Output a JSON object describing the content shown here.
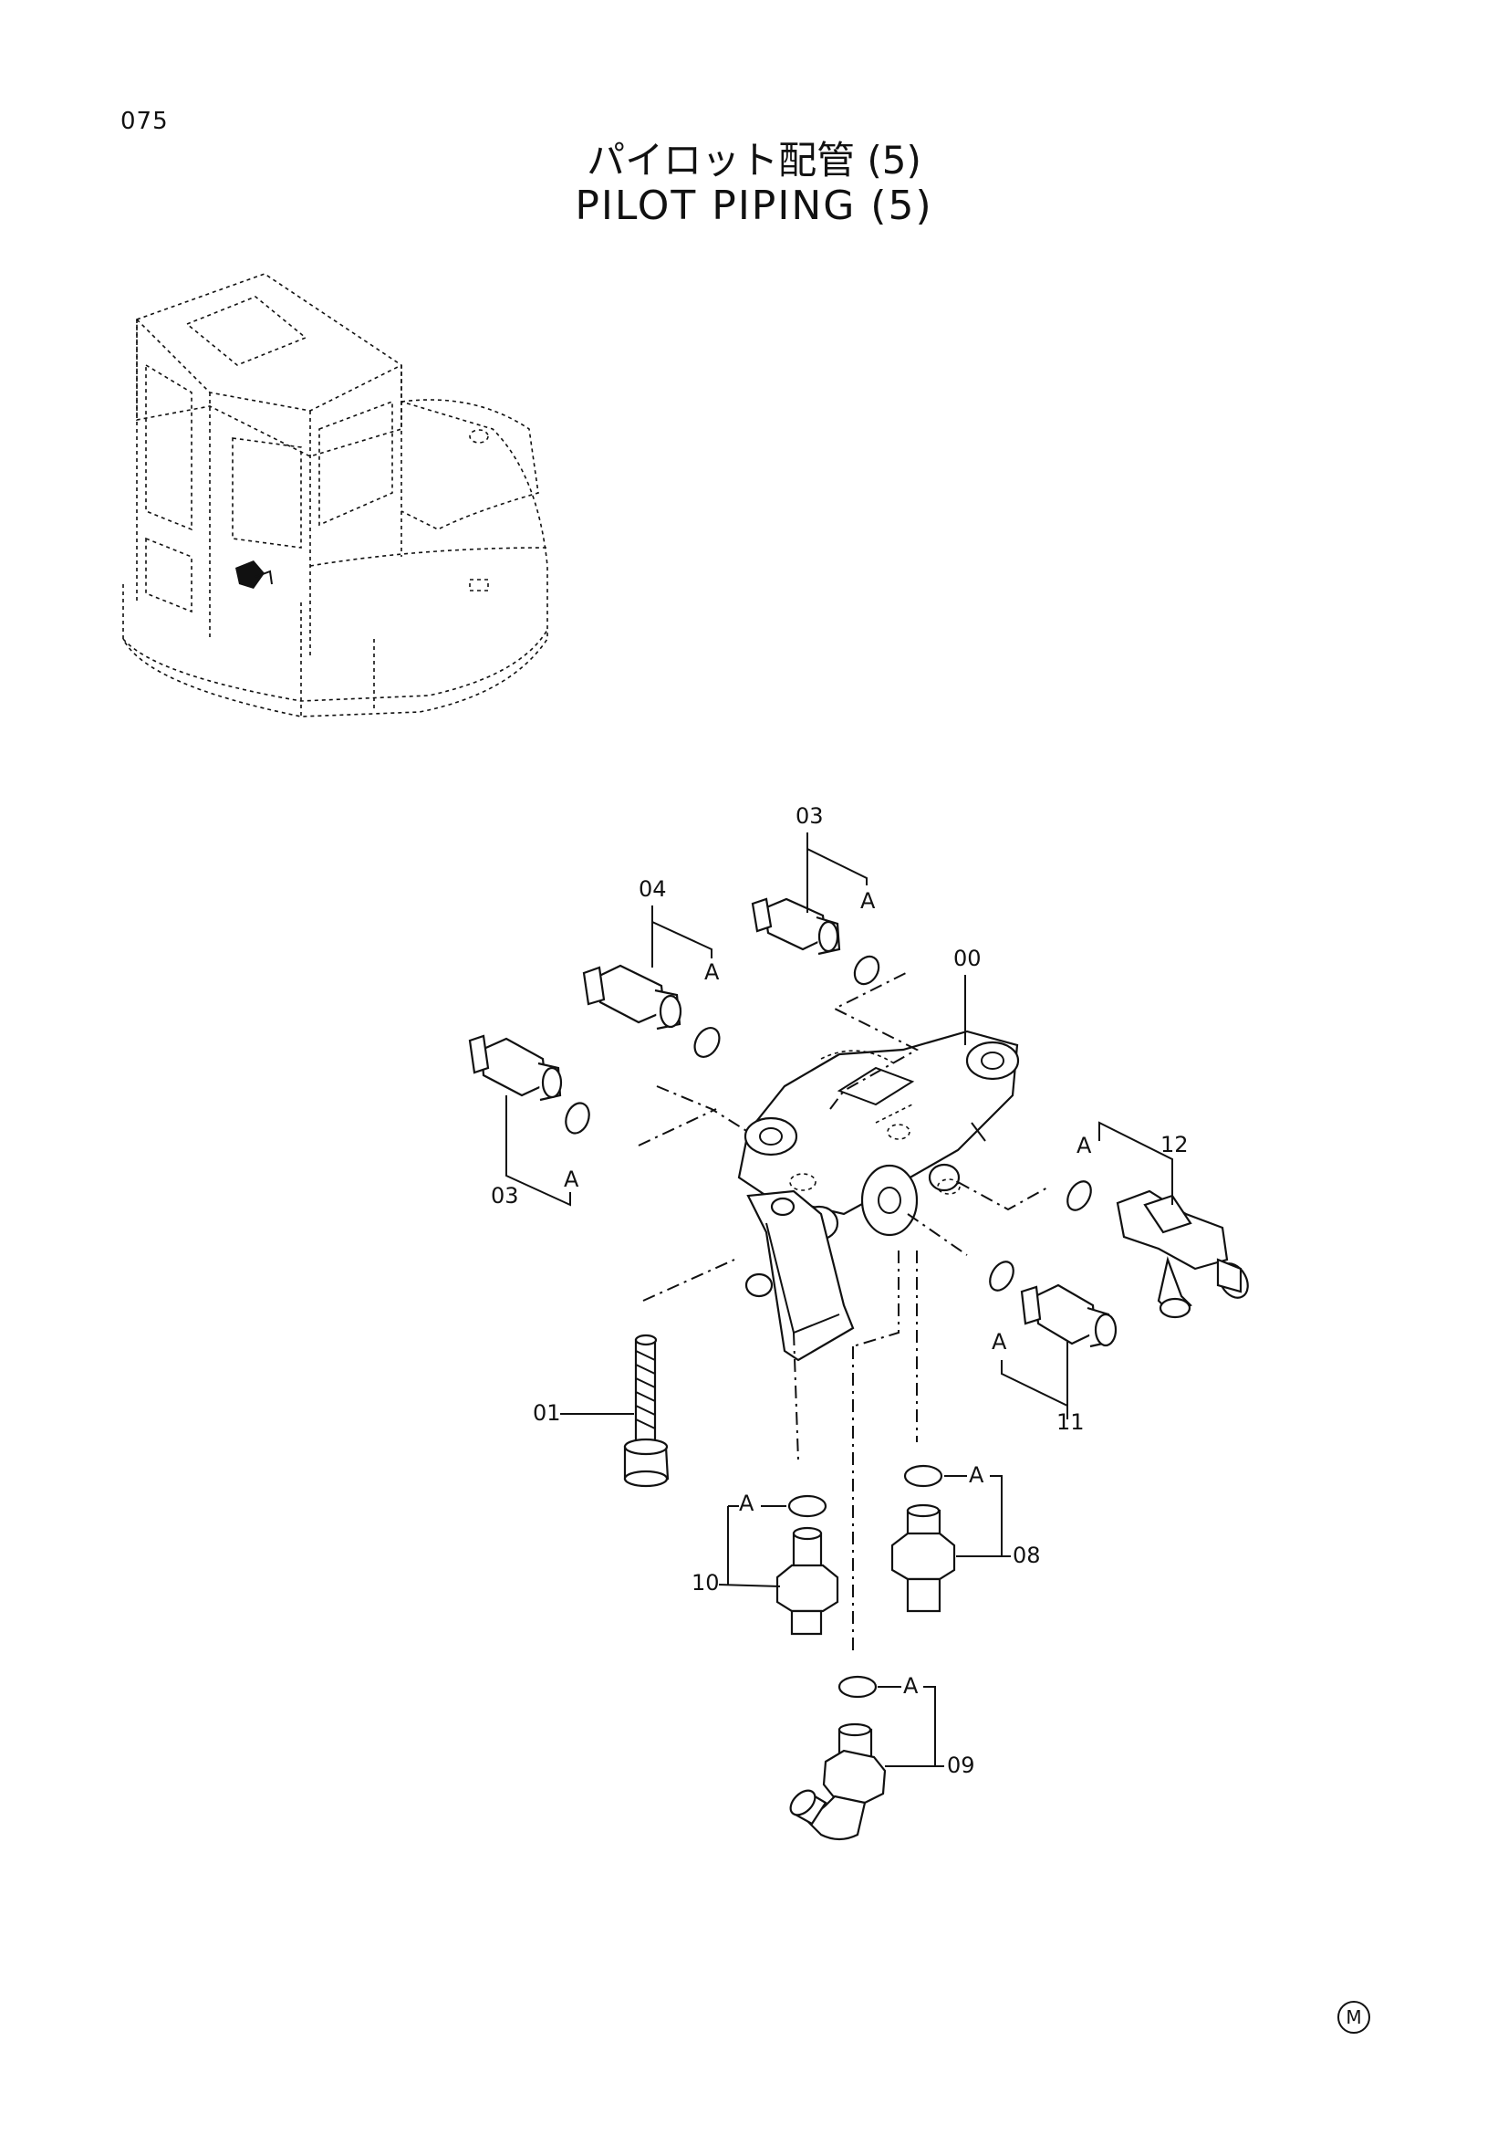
{
  "page": {
    "number": "075",
    "title_jp": "パイロット配管 (5)",
    "title_en": "PILOT PIPING (5)",
    "corner_mark": "M"
  },
  "callouts": {
    "p00": "00",
    "p01": "01",
    "p03a": "03",
    "p03b": "03",
    "p04": "04",
    "p08": "08",
    "p09": "09",
    "p10": "10",
    "p11": "11",
    "p12": "12",
    "ref_a": "A"
  }
}
